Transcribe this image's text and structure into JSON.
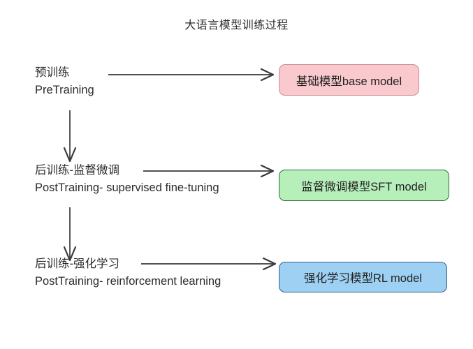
{
  "diagram": {
    "title": "大语言模型训练过程",
    "background_color": "#ffffff",
    "stroke_color": "#3a3a3a",
    "stages": [
      {
        "id": "pretraining",
        "label_cn": "预训练",
        "label_en": "PreTraining",
        "output": {
          "id": "base-model",
          "text": "基础模型base model",
          "fill_color": "#f9c9cd",
          "border_color": "#c98b93"
        }
      },
      {
        "id": "post-training-sft",
        "label_cn": "后训练-监督微调",
        "label_en": "PostTraining- supervised fine-tuning",
        "output": {
          "id": "sft-model",
          "text": "监督微调模型SFT model",
          "fill_color": "#b6efb9",
          "border_color": "#2f6b34"
        }
      },
      {
        "id": "post-training-rl",
        "label_cn": "后训练-强化学习",
        "label_en": "PostTraining- reinforcement learning",
        "output": {
          "id": "rl-model",
          "text": "强化学习模型RL model",
          "fill_color": "#9dd0f2",
          "border_color": "#2e5d86"
        }
      }
    ],
    "connectors": {
      "horizontal": [
        {
          "id": "arrow-pretraining-to-base",
          "from": "pretraining",
          "to": "base-model"
        },
        {
          "id": "arrow-sft-to-sft-model",
          "from": "post-training-sft",
          "to": "sft-model"
        },
        {
          "id": "arrow-rl-to-rl-model",
          "from": "post-training-rl",
          "to": "rl-model"
        }
      ],
      "vertical": [
        {
          "id": "arrow-pretraining-to-sft",
          "from": "pretraining",
          "to": "post-training-sft"
        },
        {
          "id": "arrow-sft-to-rl",
          "from": "post-training-sft",
          "to": "post-training-rl"
        }
      ]
    }
  }
}
